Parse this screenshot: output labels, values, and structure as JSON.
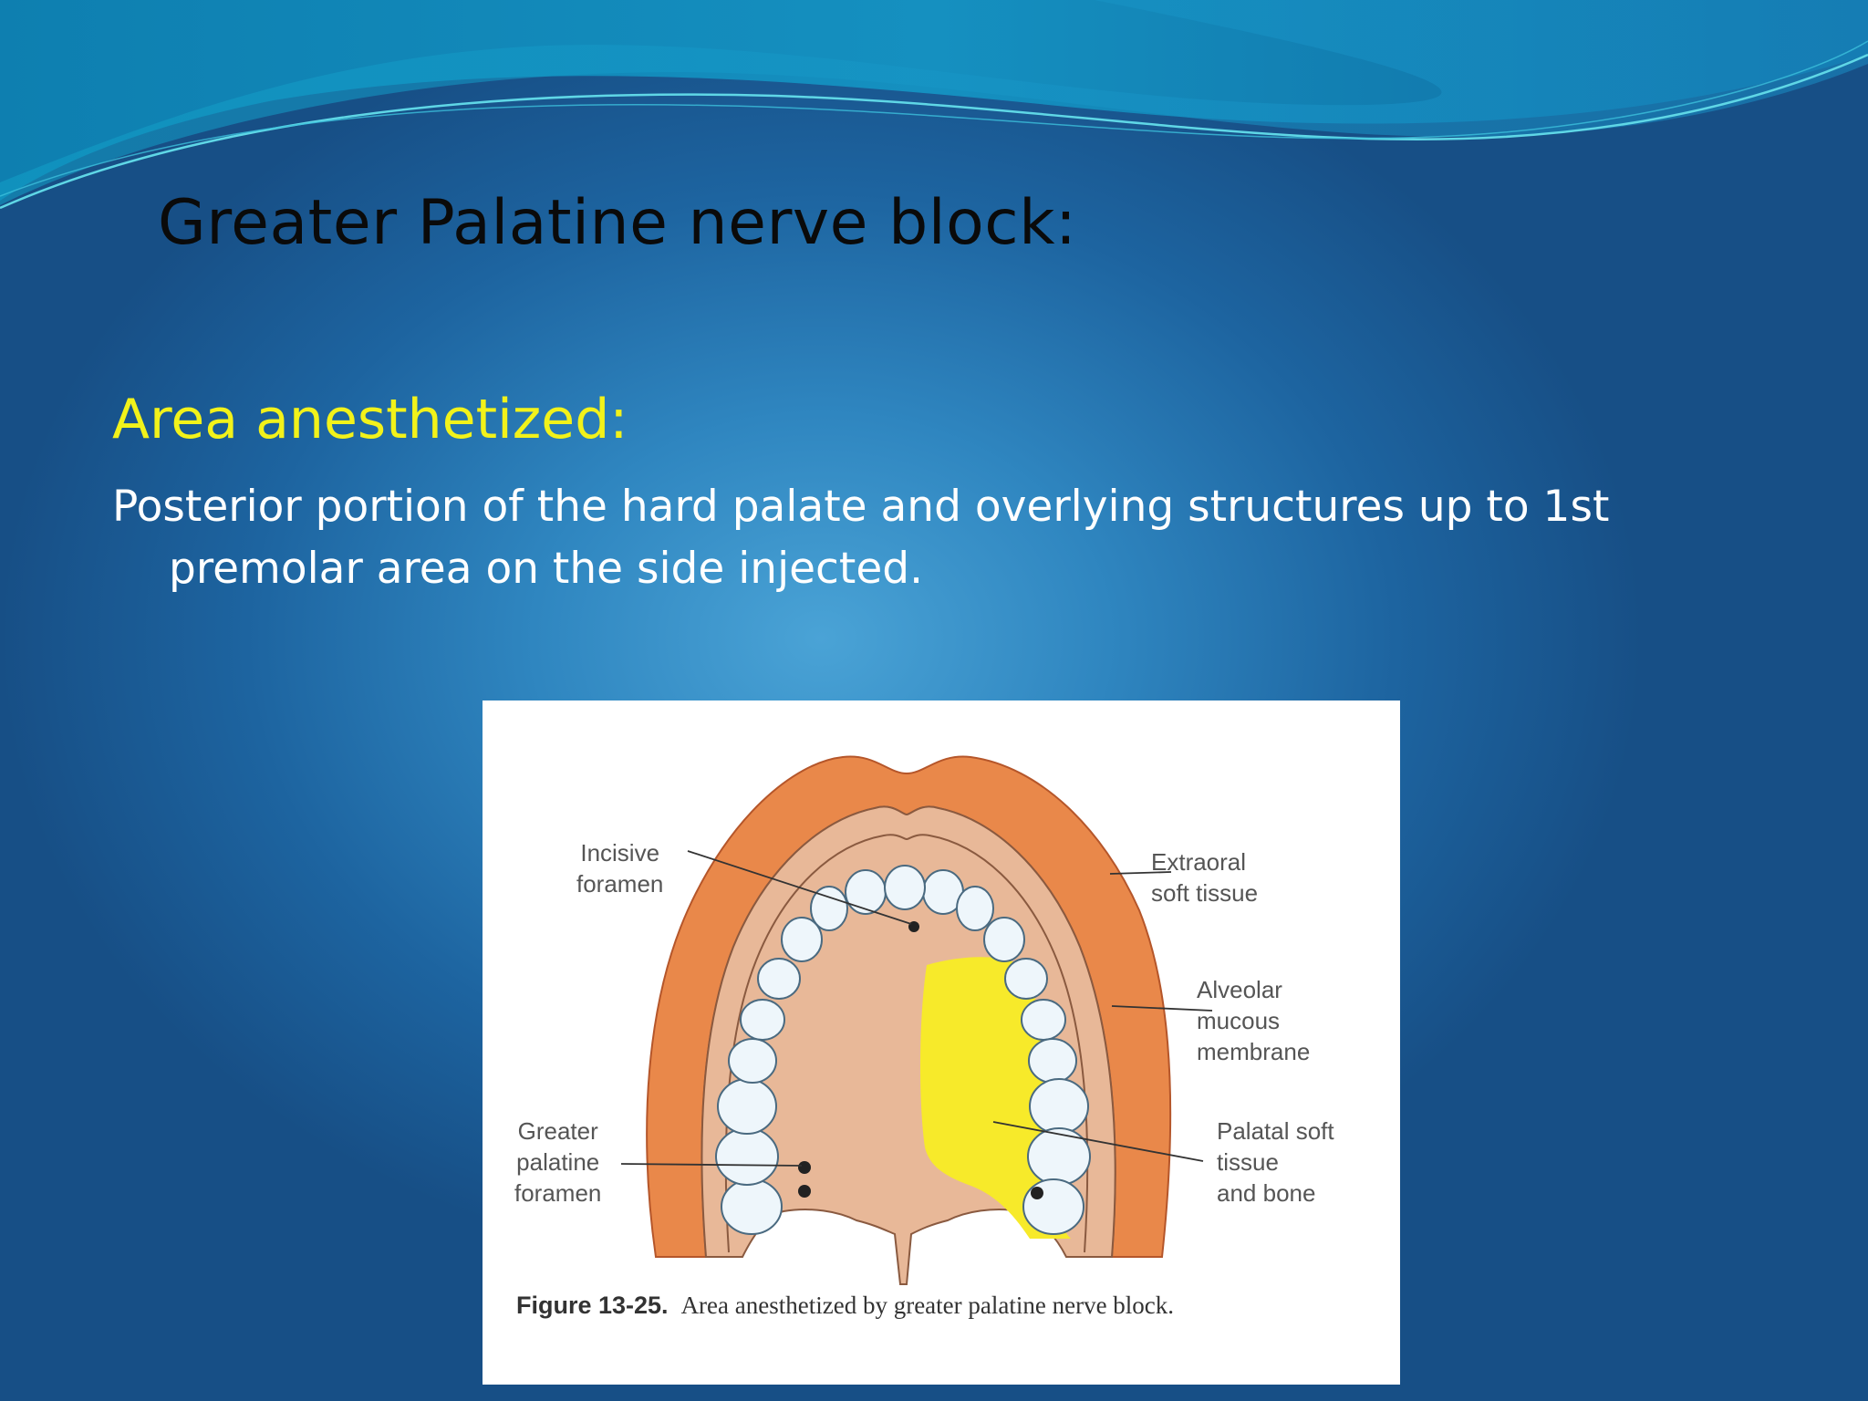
{
  "slide": {
    "title": "Greater Palatine nerve block:",
    "subheading": "Area anesthetized:",
    "body": "Posterior portion of the hard palate and overlying structures up to 1st premolar area on the side injected."
  },
  "figure": {
    "labels": {
      "incisive_foramen": "Incisive\nforamen",
      "extraoral_soft_tissue": "Extraoral\nsoft tissue",
      "alveolar_mucous_membrane": "Alveolar\nmucous\nmembrane",
      "greater_palatine_foramen": "Greater\npalatine\nforamen",
      "palatal_soft_tissue_bone": "Palatal soft\ntissue\nand bone"
    },
    "caption_number": "Figure 13-25.",
    "caption_text": "Area anesthetized by greater palatine nerve block."
  },
  "colors": {
    "title": "#0a0a0a",
    "subheading": "#f2f21a",
    "body": "#ffffff",
    "extraoral": "#e9884a",
    "palate": "#e8b898",
    "anesthetized_area": "#f7ea2a"
  }
}
